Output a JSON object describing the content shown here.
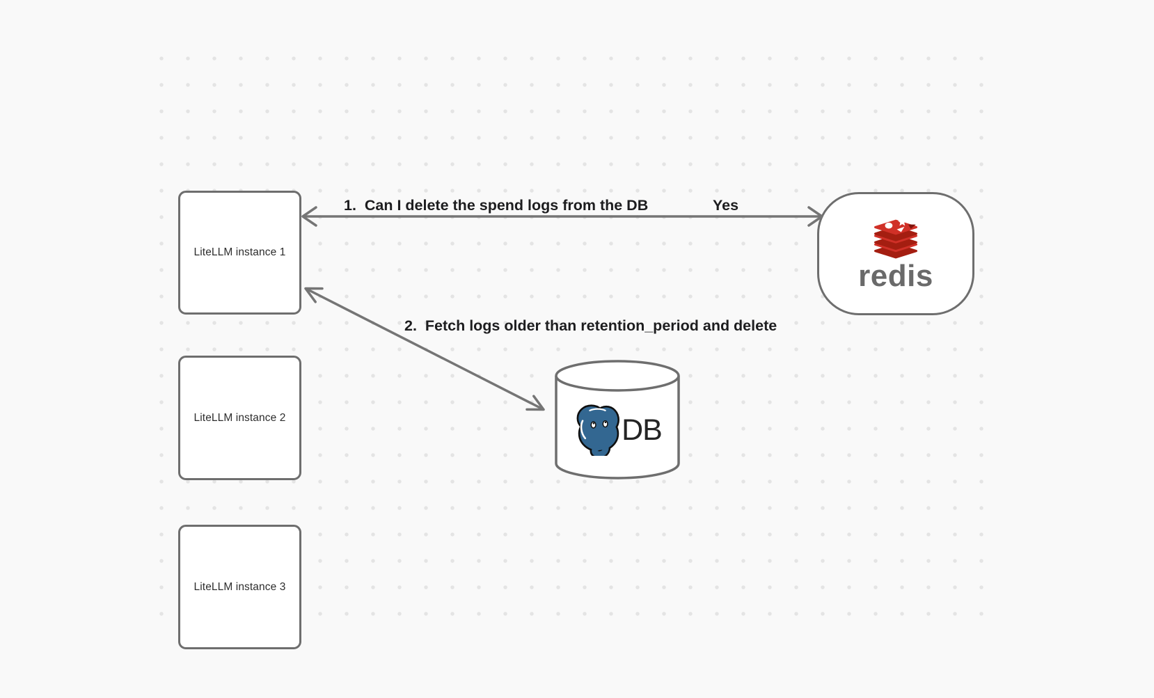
{
  "diagram": {
    "instances": [
      {
        "label": "LiteLLM instance 1"
      },
      {
        "label": "LiteLLM instance 2"
      },
      {
        "label": "LiteLLM instance 3"
      }
    ],
    "redis": {
      "wordmark": "redis"
    },
    "db": {
      "label": "DB"
    },
    "arrows": {
      "arrow1": {
        "label": "1.  Can I delete the spend logs from the DB",
        "answer": "Yes"
      },
      "arrow2": {
        "label": "2.  Fetch logs older than retention_period and delete"
      }
    },
    "colors": {
      "background": "#f9f9f9",
      "grid_dot": "#e4e4e4",
      "shape_stroke": "#6e6e6e",
      "arrow_stroke": "#757575",
      "label_text": "#1d1d1f",
      "redis_red": "#d03027",
      "redis_dark_red": "#a41e11",
      "redis_wordmark": "#6a6a6a",
      "postgres_blue": "#336791"
    }
  }
}
